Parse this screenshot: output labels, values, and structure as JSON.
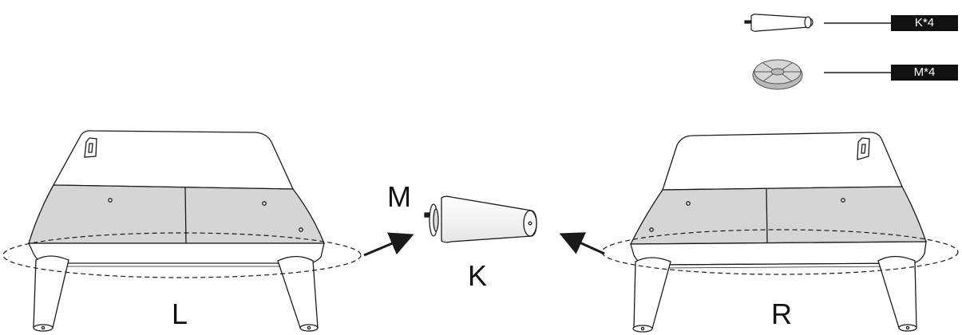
{
  "parts_legend": [
    {
      "code": "K*4",
      "icon": "cone-leg-icon"
    },
    {
      "code": "M*4",
      "icon": "disc-glide-icon"
    }
  ],
  "labels": {
    "left_assembly": "L",
    "right_assembly": "R",
    "leg": "K",
    "glide": "M"
  },
  "colors": {
    "line": "#1a1a1a",
    "panel": "#d4d5d7",
    "label_bg": "#111111",
    "label_text": "#ffffff"
  }
}
